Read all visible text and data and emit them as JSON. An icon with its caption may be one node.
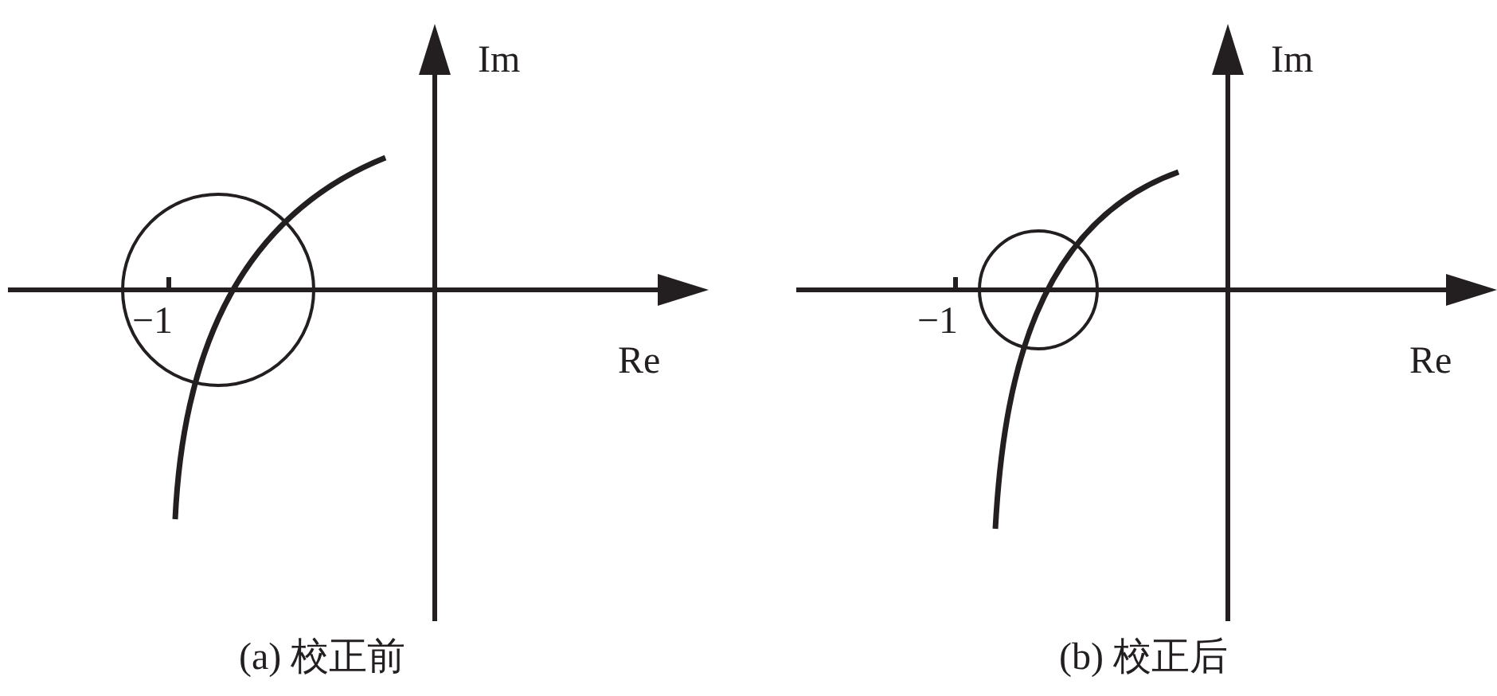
{
  "diagram": {
    "labels": [
      "Im",
      "−1",
      "Re",
      "Im",
      "−1",
      "Re",
      "(a) 校正前",
      "(b) 校正后"
    ]
  }
}
